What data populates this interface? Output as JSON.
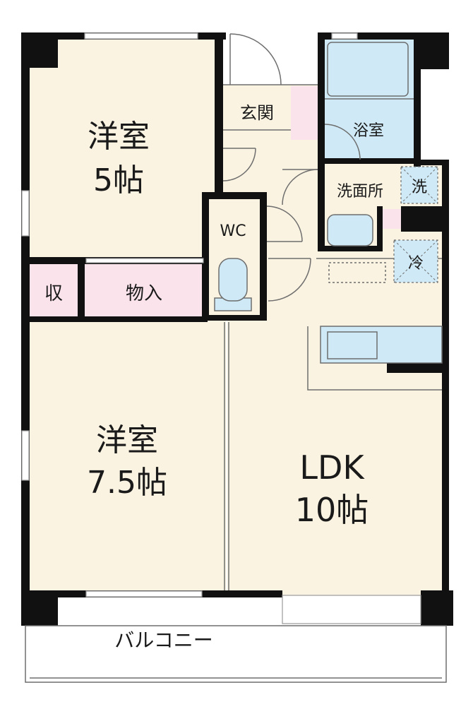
{
  "colors": {
    "floor": "#faf3e1",
    "pink": "#fbe3ec",
    "water": "#cfeaf6",
    "wall": "#111111",
    "fixture_line": "#6e6e6e",
    "window_line": "#9a9a9a"
  },
  "rooms": {
    "western_5": {
      "name": "洋室",
      "size": "5帖"
    },
    "western_75": {
      "name": "洋室",
      "size": "7.5帖"
    },
    "ldk": {
      "name": "LDK",
      "size": "10帖"
    },
    "entrance": "玄関",
    "bath": "浴室",
    "washroom": "洗面所",
    "wc": "WC",
    "closet_small": "収",
    "storage": "物入",
    "balcony": "バルコニー"
  },
  "fixtures": {
    "washing_machine": "洗",
    "refrigerator": "冷"
  }
}
